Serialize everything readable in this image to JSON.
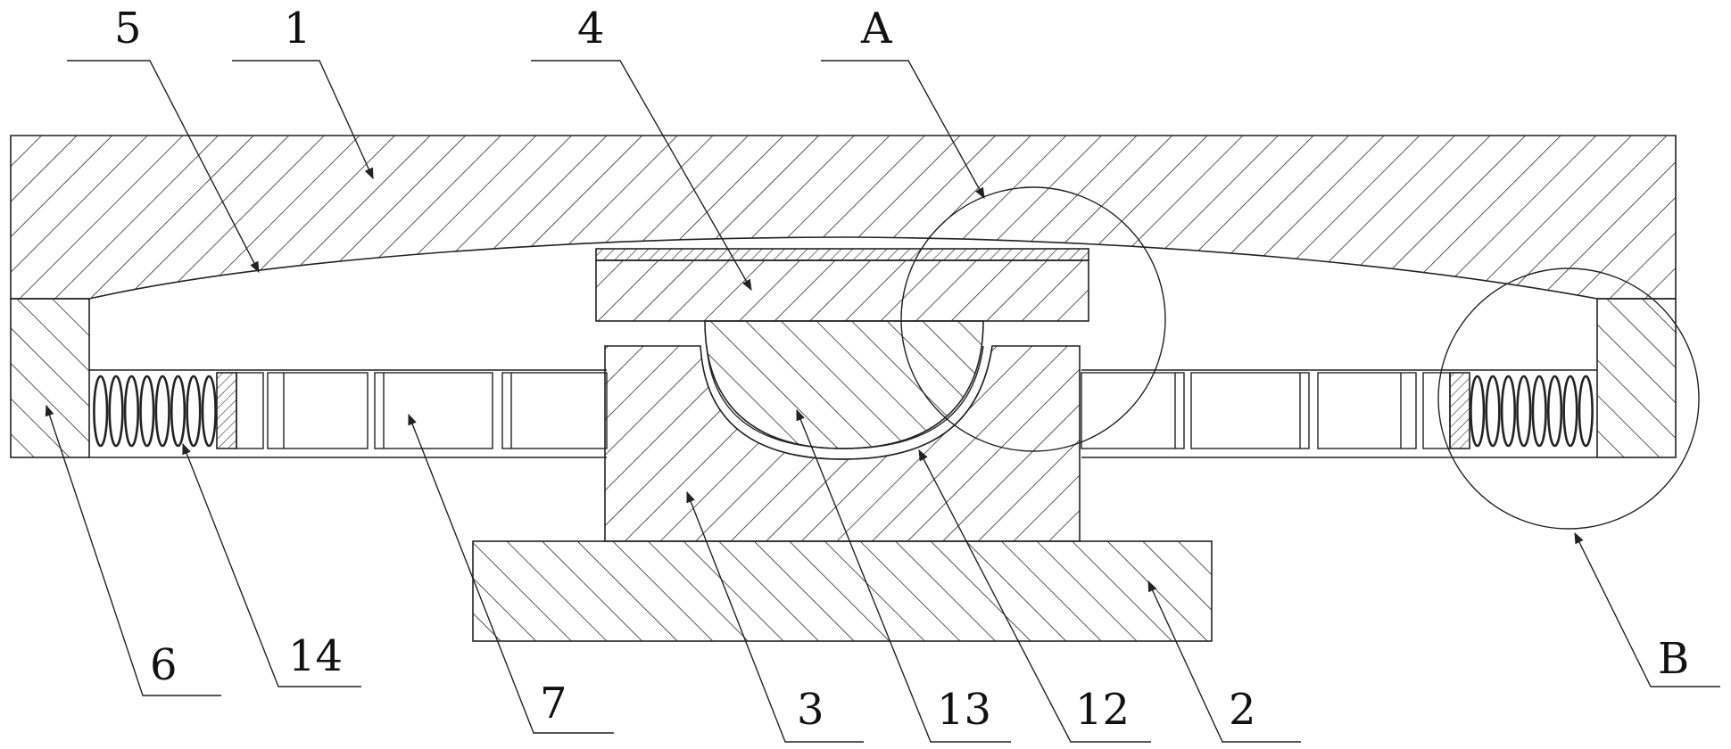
{
  "labels": {
    "l5": "5",
    "l1": "1",
    "l4": "4",
    "lA": "A",
    "lB": "B",
    "l6": "6",
    "l14": "14",
    "l7": "7",
    "l3": "3",
    "l13": "13",
    "l12": "12",
    "l2": "2"
  },
  "colors": {
    "line": "#222222",
    "background": "#ffffff"
  }
}
